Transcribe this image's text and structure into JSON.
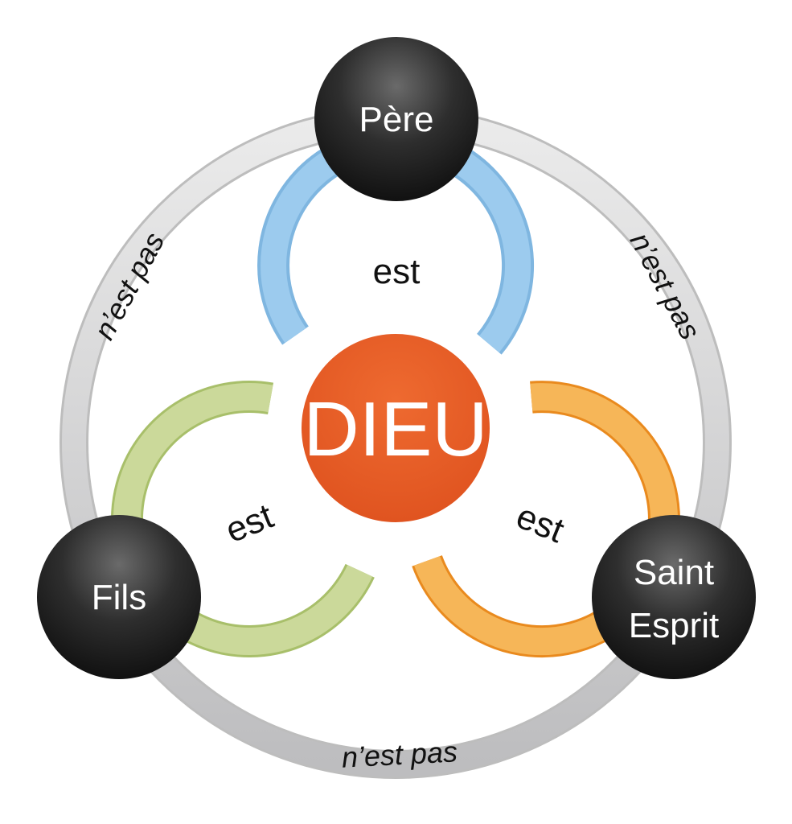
{
  "center": {
    "label": "DIEU"
  },
  "persons": [
    {
      "label": "Père"
    },
    {
      "label": "Fils"
    },
    {
      "label": "Saint",
      "label2": "Esprit"
    }
  ],
  "relations": {
    "is": "est",
    "is_not": "n’est pas"
  },
  "colors": {
    "center": "#E85C24",
    "loop_top": "#8EC3E8",
    "loop_left": "#B8CC7C",
    "loop_right": "#F2A040",
    "ring": "#D0D0D2",
    "node": "#2A2A2A"
  }
}
